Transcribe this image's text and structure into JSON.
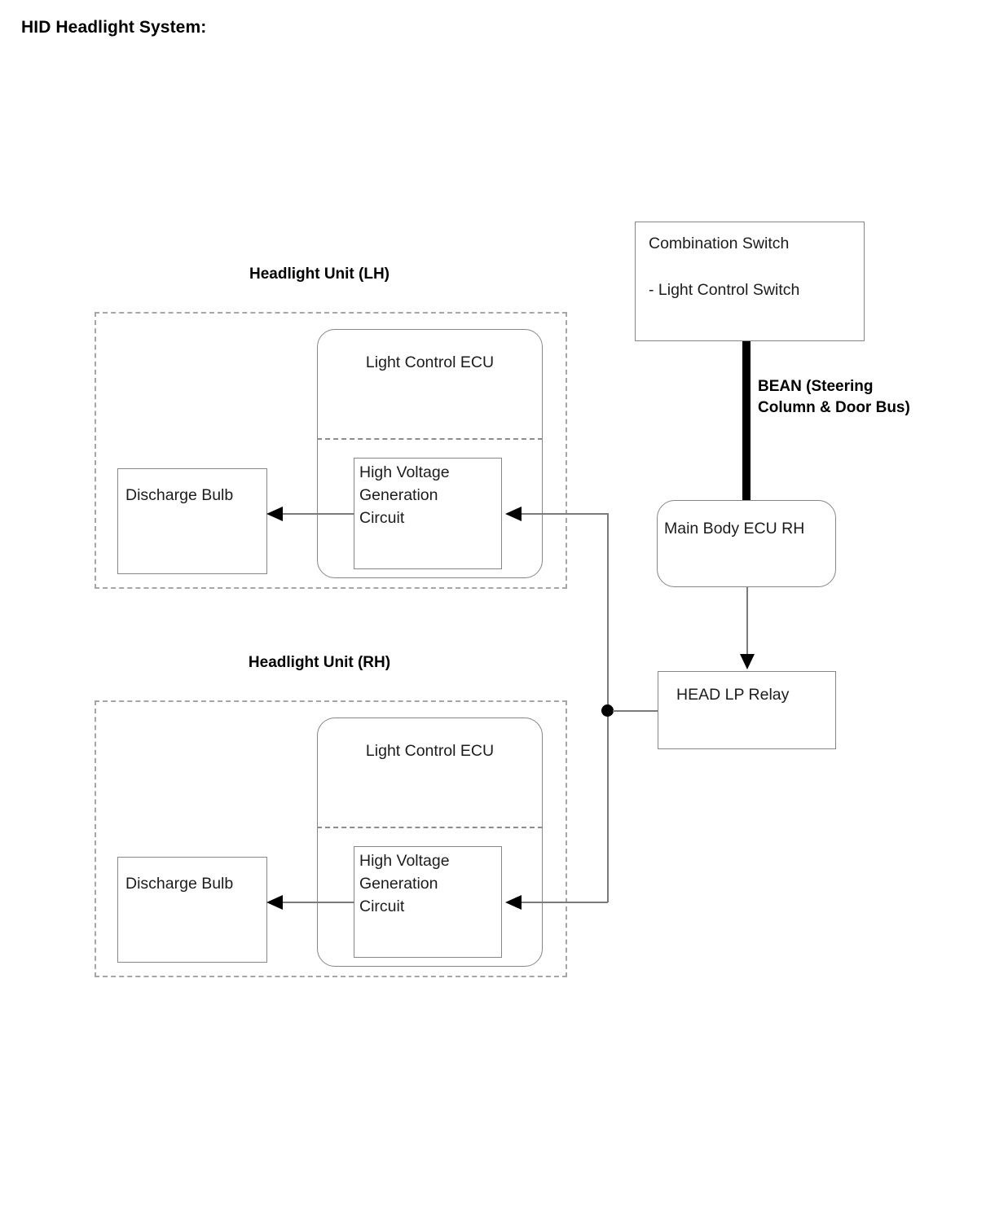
{
  "document": {
    "title": "HID Headlight System:"
  },
  "headlight_units": [
    {
      "id": "lh",
      "heading": "Headlight Unit (LH)",
      "bulb": {
        "label": "Discharge Bulb"
      },
      "ecu": {
        "label": "Light Control ECU",
        "inner": {
          "label": "High Voltage\nGeneration\nCircuit"
        }
      }
    },
    {
      "id": "rh",
      "heading": "Headlight Unit (RH)",
      "bulb": {
        "label": "Discharge Bulb"
      },
      "ecu": {
        "label": "Light Control ECU",
        "inner": {
          "label": "High Voltage\nGeneration\nCircuit"
        }
      }
    }
  ],
  "right_column": {
    "combination_switch": {
      "line1": "Combination Switch",
      "line2": "- Light Control Switch"
    },
    "bus": {
      "label": "BEAN (Steering\nColumn & Door Bus)"
    },
    "main_body_ecu": {
      "label": "Main Body ECU RH"
    },
    "head_lp_relay": {
      "label": "HEAD LP Relay"
    }
  },
  "style": {
    "line_color": "#7a7a7a",
    "dash_color": "#a6a6a6",
    "node_border": "#868686",
    "bus_color": "#000000",
    "text_color": "#1c1c1c"
  }
}
